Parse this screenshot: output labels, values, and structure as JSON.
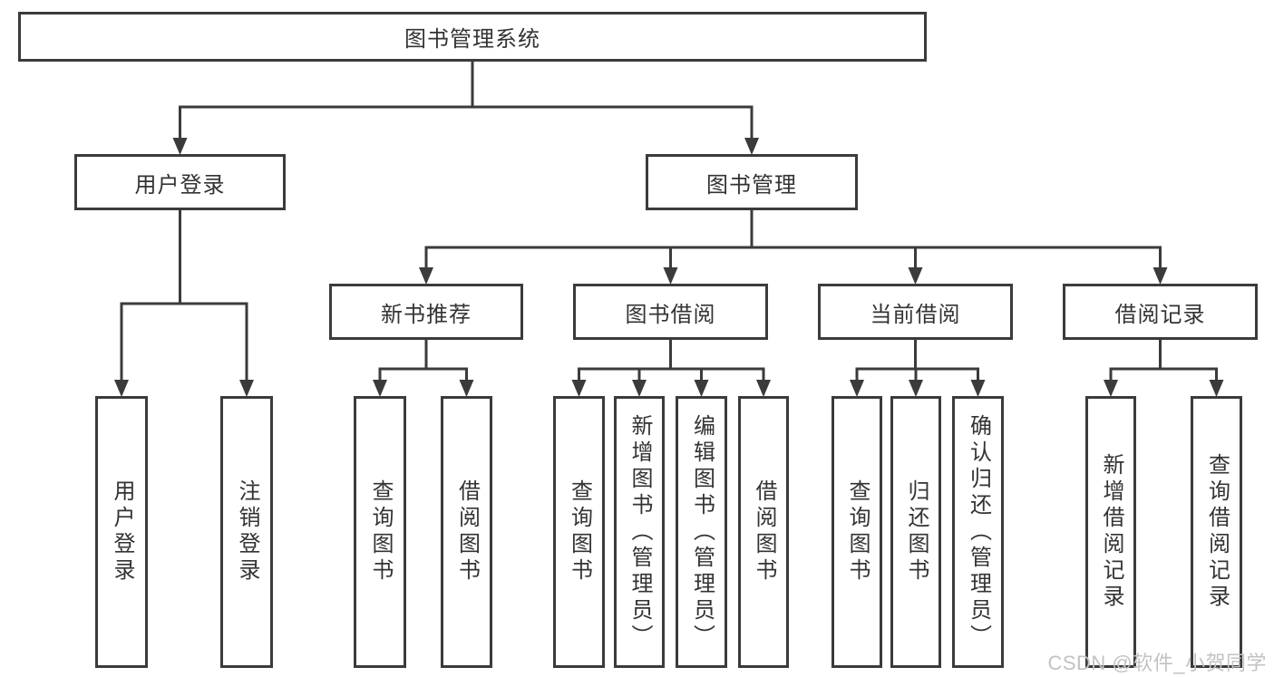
{
  "tree": {
    "id": "root",
    "label": "图书管理系统",
    "children": [
      {
        "id": "user-login",
        "label": "用户登录",
        "children": [
          {
            "id": "user-login-leaf",
            "label": "用户登录"
          },
          {
            "id": "logout",
            "label": "注销登录"
          }
        ]
      },
      {
        "id": "book-management",
        "label": "图书管理",
        "children": [
          {
            "id": "new-book-recommend",
            "label": "新书推荐",
            "children": [
              {
                "id": "query-books-1",
                "label": "查询图书"
              },
              {
                "id": "borrow-books-1",
                "label": "借阅图书"
              }
            ]
          },
          {
            "id": "book-borrowing",
            "label": "图书借阅",
            "children": [
              {
                "id": "query-books-2",
                "label": "查询图书"
              },
              {
                "id": "add-books",
                "label": "新增图书（管理员）"
              },
              {
                "id": "edit-books",
                "label": "编辑图书（管理员）"
              },
              {
                "id": "borrow-books-2",
                "label": "借阅图书"
              }
            ]
          },
          {
            "id": "current-borrowing",
            "label": "当前借阅",
            "children": [
              {
                "id": "query-books-3",
                "label": "查询图书"
              },
              {
                "id": "return-books",
                "label": "归还图书"
              },
              {
                "id": "confirm-return",
                "label": "确认归还（管理员）"
              }
            ]
          },
          {
            "id": "borrowing-records",
            "label": "借阅记录",
            "children": [
              {
                "id": "add-borrow-record",
                "label": "新增借阅记录"
              },
              {
                "id": "query-borrow-record",
                "label": "查询借阅记录"
              }
            ]
          }
        ]
      }
    ]
  },
  "watermark": {
    "text": "CSDN @软件_小贺同学",
    "color": "#c2c2c2"
  },
  "colors": {
    "line": "#3b3b3b",
    "text": "#333333",
    "background": "#ffffff"
  }
}
